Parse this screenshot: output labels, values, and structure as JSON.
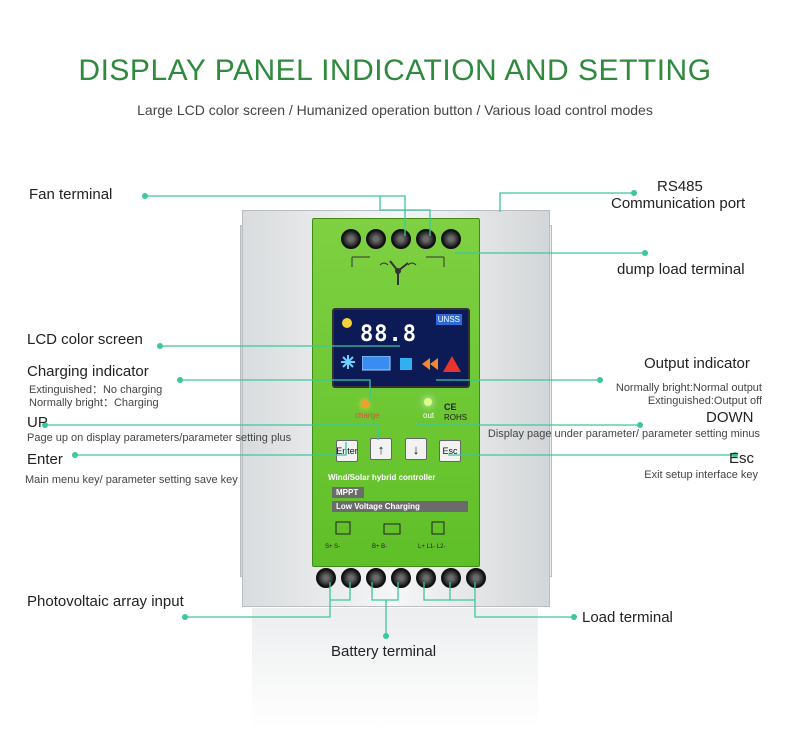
{
  "title": "DISPLAY PANEL INDICATION AND SETTING",
  "subtitle": "Large LCD color screen / Humanized operation button / Various load control modes",
  "labels": {
    "fan_terminal": "Fan terminal",
    "rs485_line1": "RS485",
    "rs485_line2": "Communication port",
    "dump_load": "dump load terminal",
    "lcd_screen": "LCD color screen",
    "charging_indicator": "Charging indicator",
    "charging_desc1": "Extinguished：No charging",
    "charging_desc2": "Normally bright：Charging",
    "output_indicator": "Output indicator",
    "output_desc1": "Normally bright:Normal output",
    "output_desc2": "Extinguished:Output off",
    "up": "UP",
    "up_desc": "Page up on display parameters/parameter setting plus",
    "down": "DOWN",
    "down_desc": "Display page under parameter/ parameter setting minus",
    "enter": "Enter",
    "enter_desc": "Main menu key/ parameter setting save key",
    "esc": "Esc",
    "esc_desc": "Exit setup interface key",
    "pv_input": "Photovoltaic array input",
    "load_terminal": "Load terminal",
    "battery_terminal": "Battery terminal"
  },
  "device": {
    "lcd_digits": "88.8",
    "lcd_tag": "UNSS",
    "led_charge": "charge",
    "led_out": "out",
    "rohs": "ROHS",
    "ce": "CE",
    "btn_enter": "Enter",
    "btn_up": "↑",
    "btn_down": "↓",
    "btn_esc": "Esc",
    "product_name": "Wind/Solar hybrid controller",
    "band_mppt": "MPPT",
    "band_low": "Low Voltage Charging",
    "term_s": "S+  S-",
    "term_b": "B+  B-",
    "term_l": "L+   L1-  L2-"
  },
  "colors": {
    "title_green": "#2f8a3e",
    "leader_line": "#3cc79c",
    "panel_green": "#6cc632"
  }
}
